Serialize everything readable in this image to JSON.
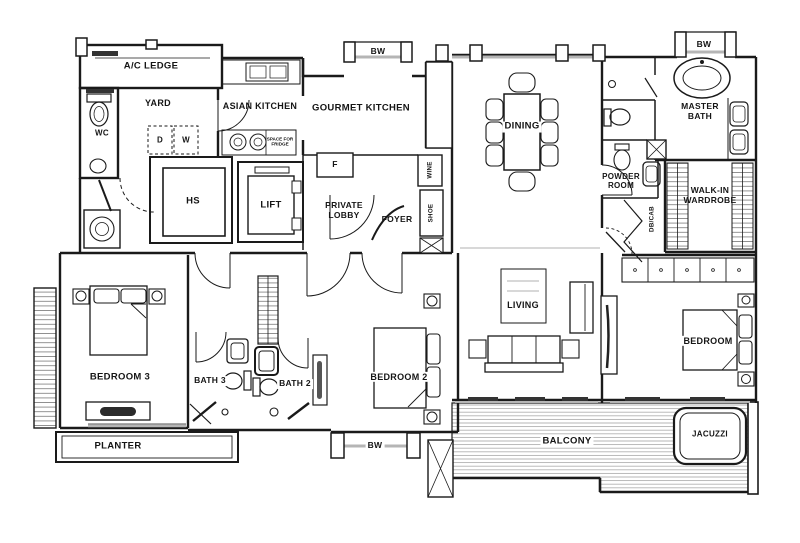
{
  "colors": {
    "ink": "#1a1a1a",
    "glazing_gray": "#b5b5b5",
    "deck_line_gray": "#a8a8a8",
    "dark_fill": "#333333",
    "paper": "#ffffff"
  },
  "labels": {
    "ac_ledge": "A/C LEDGE",
    "yard": "YARD",
    "wc": "WC",
    "dryer": "D",
    "washer": "W",
    "asian_kitchen": "ASIAN KITCHEN",
    "space_for_fridge": "SPACE FOR FRIDGE",
    "gourmet_kitchen": "GOURMET KITCHEN",
    "fridge": "F",
    "bw_top": "BW",
    "bw_right": "BW",
    "bw_bottom": "BW",
    "dining": "DINING",
    "master_bath": "MASTER BATH",
    "powder_room": "POWDER ROOM",
    "walk_in_wardrobe": "WALK-IN WARDROBE",
    "db_cab": "DB/CAB",
    "hs": "HS",
    "lift": "LIFT",
    "private_lobby": "PRIVATE LOBBY",
    "foyer": "FOYER",
    "wine": "WINE",
    "shoe": "SHOE",
    "bedroom_3": "BEDROOM 3",
    "bath_3": "BATH 3",
    "bath_2": "BATH 2",
    "bedroom_2": "BEDROOM 2",
    "living": "LIVING",
    "bedroom": "BEDROOM",
    "planter": "PLANTER",
    "balcony": "BALCONY",
    "jacuzzi": "JACUZZI"
  }
}
